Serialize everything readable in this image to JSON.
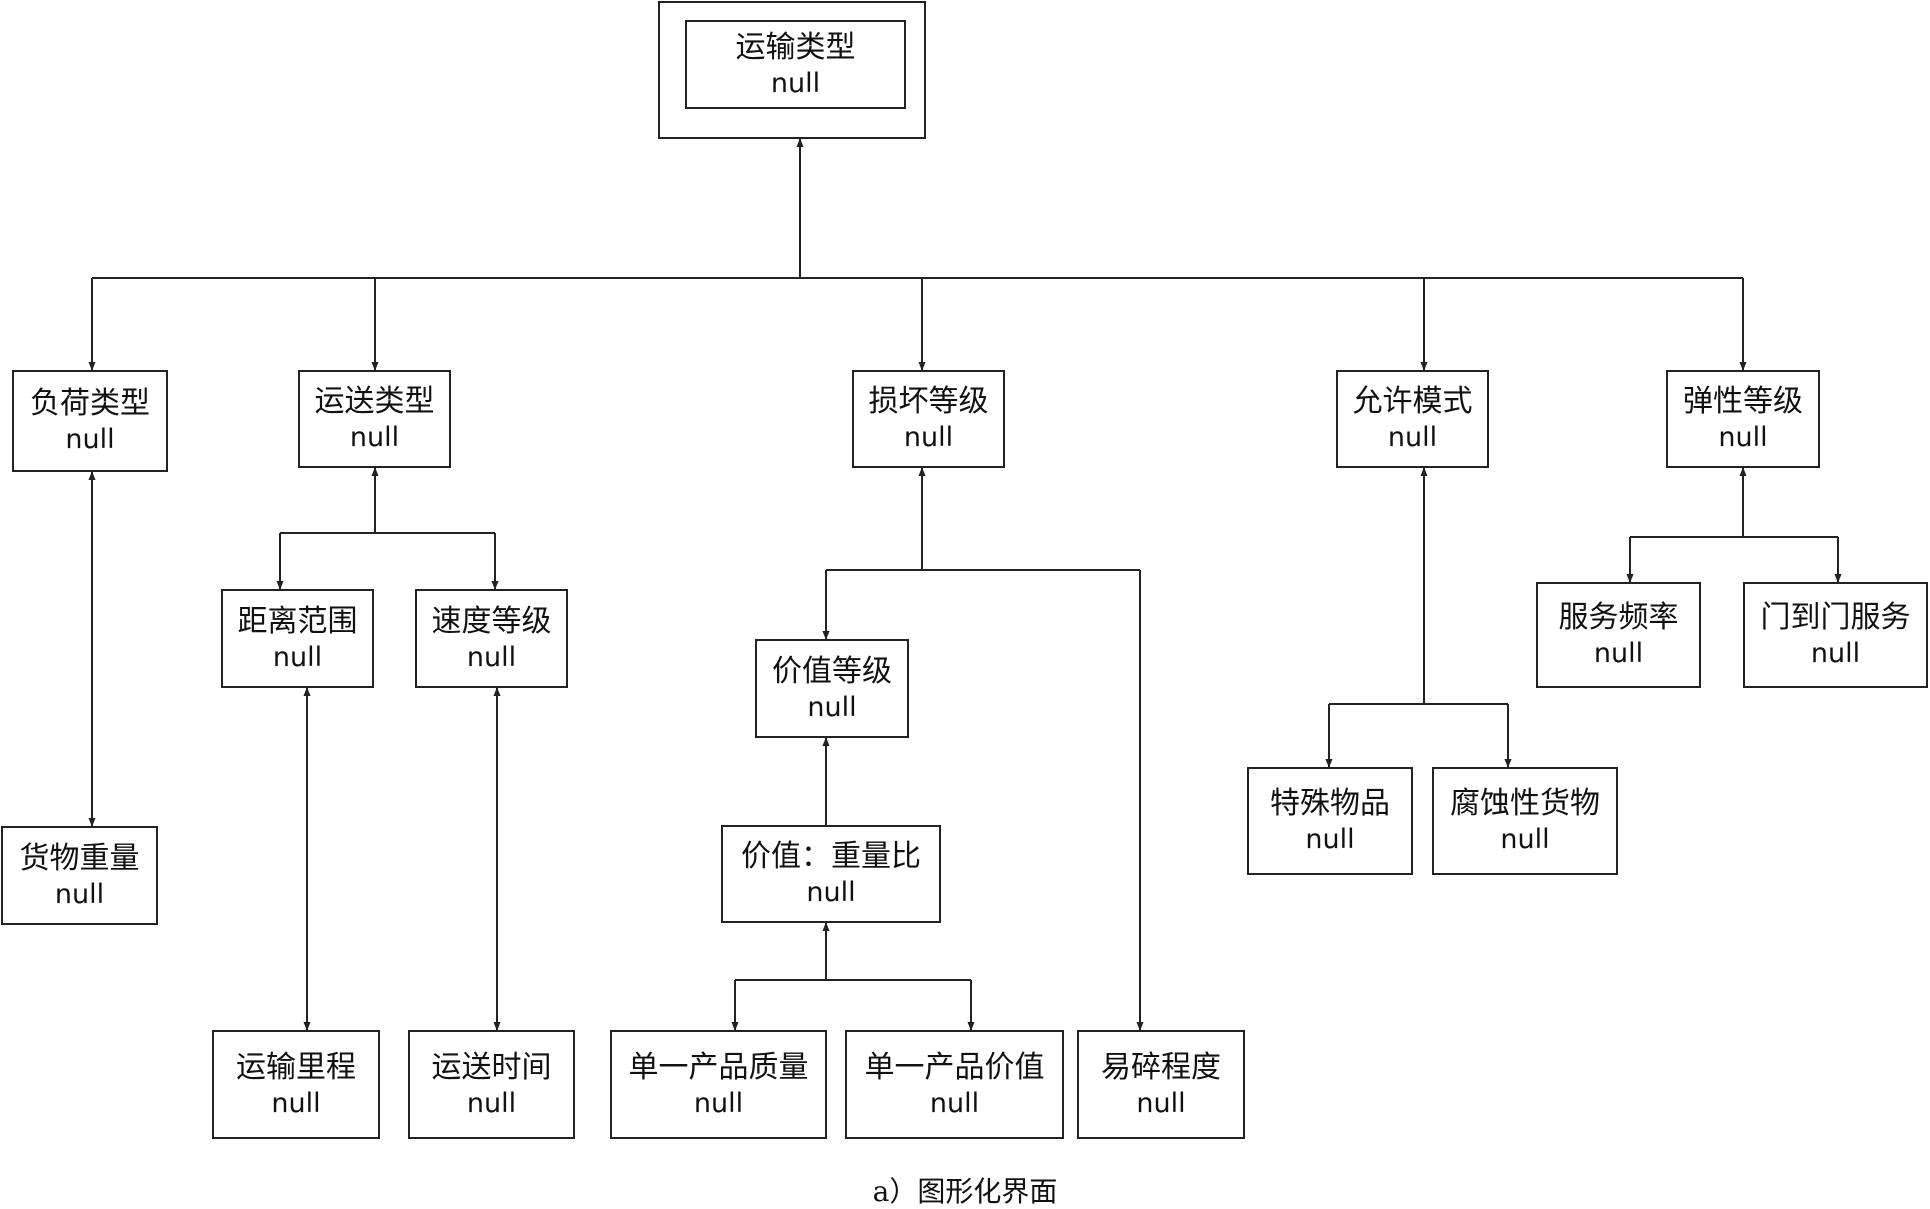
{
  "caption": "a）图形化界面",
  "null_value": "null",
  "nodes": {
    "root": {
      "label": "运输类型",
      "value": "null"
    },
    "load_type": {
      "label": "负荷类型",
      "value": "null"
    },
    "delivery_type": {
      "label": "运送类型",
      "value": "null"
    },
    "damage_level": {
      "label": "损坏等级",
      "value": "null"
    },
    "allowed_mode": {
      "label": "允许模式",
      "value": "null"
    },
    "elasticity_level": {
      "label": "弹性等级",
      "value": "null"
    },
    "cargo_weight": {
      "label": "货物重量",
      "value": "null"
    },
    "distance_range": {
      "label": "距离范围",
      "value": "null"
    },
    "speed_level": {
      "label": "速度等级",
      "value": "null"
    },
    "transport_mileage": {
      "label": "运输里程",
      "value": "null"
    },
    "delivery_time": {
      "label": "运送时间",
      "value": "null"
    },
    "value_level": {
      "label": "价值等级",
      "value": "null"
    },
    "value_weight_ratio": {
      "label": "价值：重量比",
      "value": "null"
    },
    "unit_product_mass": {
      "label": "单一产品质量",
      "value": "null"
    },
    "unit_product_value": {
      "label": "单一产品价值",
      "value": "null"
    },
    "fragility": {
      "label": "易碎程度",
      "value": "null"
    },
    "special_goods": {
      "label": "特殊物品",
      "value": "null"
    },
    "corrosive_goods": {
      "label": "腐蚀性货物",
      "value": "null"
    },
    "service_frequency": {
      "label": "服务频率",
      "value": "null"
    },
    "door_to_door": {
      "label": "门到门服务",
      "value": "null"
    }
  }
}
